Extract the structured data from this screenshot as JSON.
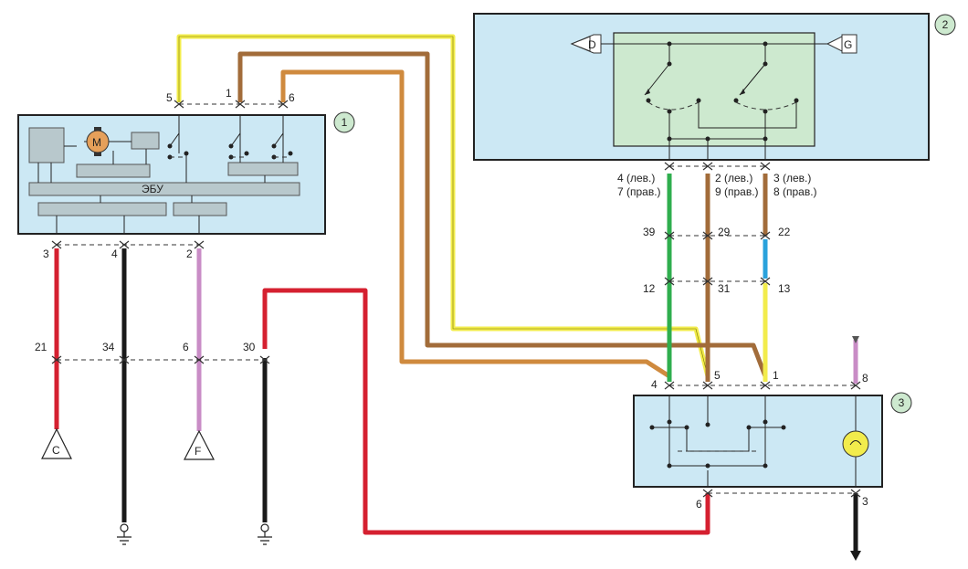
{
  "blocks": {
    "b1": {
      "number": "1",
      "ecu_label": "ЭБУ",
      "motor_label": "M"
    },
    "b2": {
      "number": "2",
      "left_terminal": "D",
      "right_terminal": "G"
    },
    "b3": {
      "number": "3"
    }
  },
  "pins": {
    "b1_top": [
      "5",
      "1",
      "6"
    ],
    "b1_bottom": [
      "3",
      "4",
      "2"
    ],
    "b2_bottom_a": [
      "4 (лев.)",
      "2 (лев.)",
      "3 (лев.)"
    ],
    "b2_bottom_b": [
      "7 (прав.)",
      "9 (прав.)",
      "8 (прав.)"
    ],
    "conn_mid1": [
      "39",
      "29",
      "22"
    ],
    "conn_mid2": [
      "12",
      "31",
      "13"
    ],
    "conn_left": [
      "21",
      "34",
      "6",
      "30"
    ],
    "b3_top": [
      "4",
      "5",
      "1",
      "8"
    ],
    "b3_bottom": [
      "6",
      "3"
    ]
  },
  "grounds": {
    "c": "C",
    "f": "F"
  },
  "wire_colors": {
    "yellow": "#f2ec4c",
    "brown": "#a26c3a",
    "orange_brown": "#cf8a3e",
    "red": "#d52030",
    "black": "#1a1a1a",
    "pink": "#c98cc6",
    "green": "#2fae4e",
    "blue": "#2aa2dc"
  }
}
